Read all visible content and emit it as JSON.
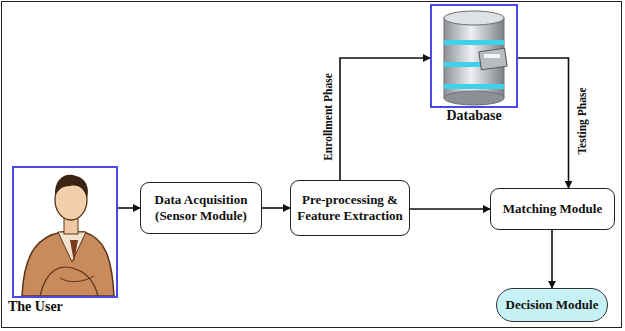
{
  "diagram": {
    "nodes": [
      {
        "text": [
          "The User"
        ]
      },
      {
        "text": [
          "Data Acquisition (Sensor Module)"
        ]
      },
      {
        "text": [
          "Pre-processing & Feature Extraction"
        ]
      },
      {
        "text": [
          "Database"
        ]
      },
      {
        "text": [
          "Matching Module"
        ]
      },
      {
        "text": [
          "Decision Module"
        ]
      }
    ],
    "edges": [
      {
        "from": 0,
        "to": 1,
        "arrow": "to"
      },
      {
        "from": 1,
        "to": 2,
        "arrow": "to"
      },
      {
        "from": 2,
        "to": 3,
        "label": "Enrollment Phase",
        "arrow": "to"
      },
      {
        "from": 3,
        "to": 4,
        "label": "Testing Phase",
        "arrow": "to"
      },
      {
        "from": 2,
        "to": 4,
        "arrow": "to"
      },
      {
        "from": 4,
        "to": 5,
        "arrow": "to"
      }
    ]
  }
}
